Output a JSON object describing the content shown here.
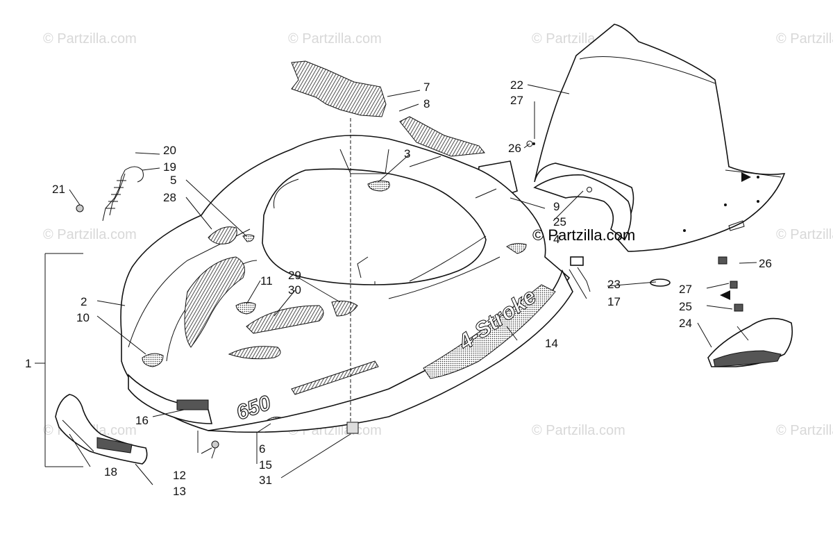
{
  "watermark": {
    "text": "© Partzilla.com",
    "main_text": "© Partzilla.com"
  },
  "callouts": [
    {
      "id": "c1",
      "label": "1"
    },
    {
      "id": "c2",
      "label": "2"
    },
    {
      "id": "c3",
      "label": "3"
    },
    {
      "id": "c5",
      "label": "5"
    },
    {
      "id": "c6",
      "label": "6"
    },
    {
      "id": "c7",
      "label": "7"
    },
    {
      "id": "c8",
      "label": "8"
    },
    {
      "id": "c9",
      "label": "9"
    },
    {
      "id": "c10",
      "label": "10"
    },
    {
      "id": "c11",
      "label": "11"
    },
    {
      "id": "c12",
      "label": "12"
    },
    {
      "id": "c13",
      "label": "13"
    },
    {
      "id": "c14",
      "label": "14"
    },
    {
      "id": "c15",
      "label": "15"
    },
    {
      "id": "c16",
      "label": "16"
    },
    {
      "id": "c17",
      "label": "17"
    },
    {
      "id": "c18",
      "label": "18"
    },
    {
      "id": "c19",
      "label": "19"
    },
    {
      "id": "c20",
      "label": "20"
    },
    {
      "id": "c21",
      "label": "21"
    },
    {
      "id": "c22",
      "label": "22"
    },
    {
      "id": "c23",
      "label": "23"
    },
    {
      "id": "c24",
      "label": "24"
    },
    {
      "id": "c25a",
      "label": "25"
    },
    {
      "id": "c25b",
      "label": "25"
    },
    {
      "id": "c26a",
      "label": "26"
    },
    {
      "id": "c26b",
      "label": "26"
    },
    {
      "id": "c27a",
      "label": "27"
    },
    {
      "id": "c27b",
      "label": "27"
    },
    {
      "id": "c28",
      "label": "28"
    },
    {
      "id": "c29",
      "label": "29"
    },
    {
      "id": "c30",
      "label": "30"
    },
    {
      "id": "c31",
      "label": "31"
    },
    {
      "id": "c4",
      "label": "4"
    }
  ],
  "decal_text": {
    "model": "650",
    "brand": "4-Stroke"
  }
}
